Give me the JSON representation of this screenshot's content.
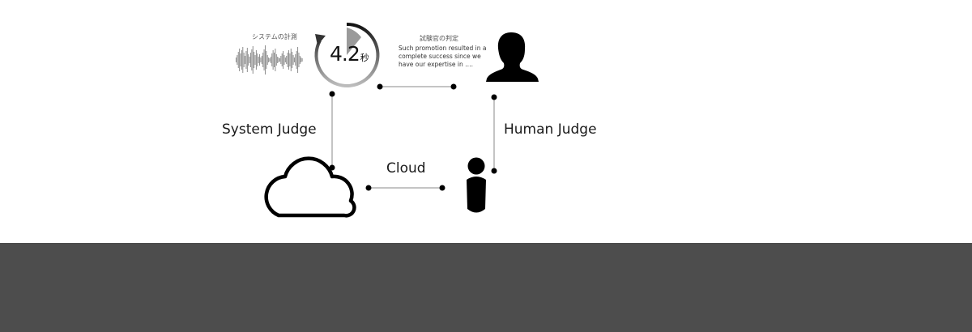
{
  "labels": {
    "system_judge": "System Judge",
    "human_judge": "Human Judge",
    "cloud": "Cloud"
  },
  "system_measurement": {
    "caption": "システムの計測",
    "timer_value": "4.2",
    "timer_unit": "秒",
    "timer_progress": 0.92
  },
  "examiner_judgment": {
    "caption": "試験官の判定",
    "quote": "Such promotion resulted in a complete success since we have our expertise in …."
  },
  "icons": {
    "waveform": "sound-waveform-icon",
    "timer": "circular-timer-icon",
    "examiner": "person-silhouette-icon",
    "cloud": "cloud-icon",
    "user": "user-icon"
  },
  "colors": {
    "background": "#ffffff",
    "bottom_band": "#4d4d4d",
    "icon_fill": "#000000",
    "connector": "#888888",
    "waveform": "#8a8a8a"
  }
}
